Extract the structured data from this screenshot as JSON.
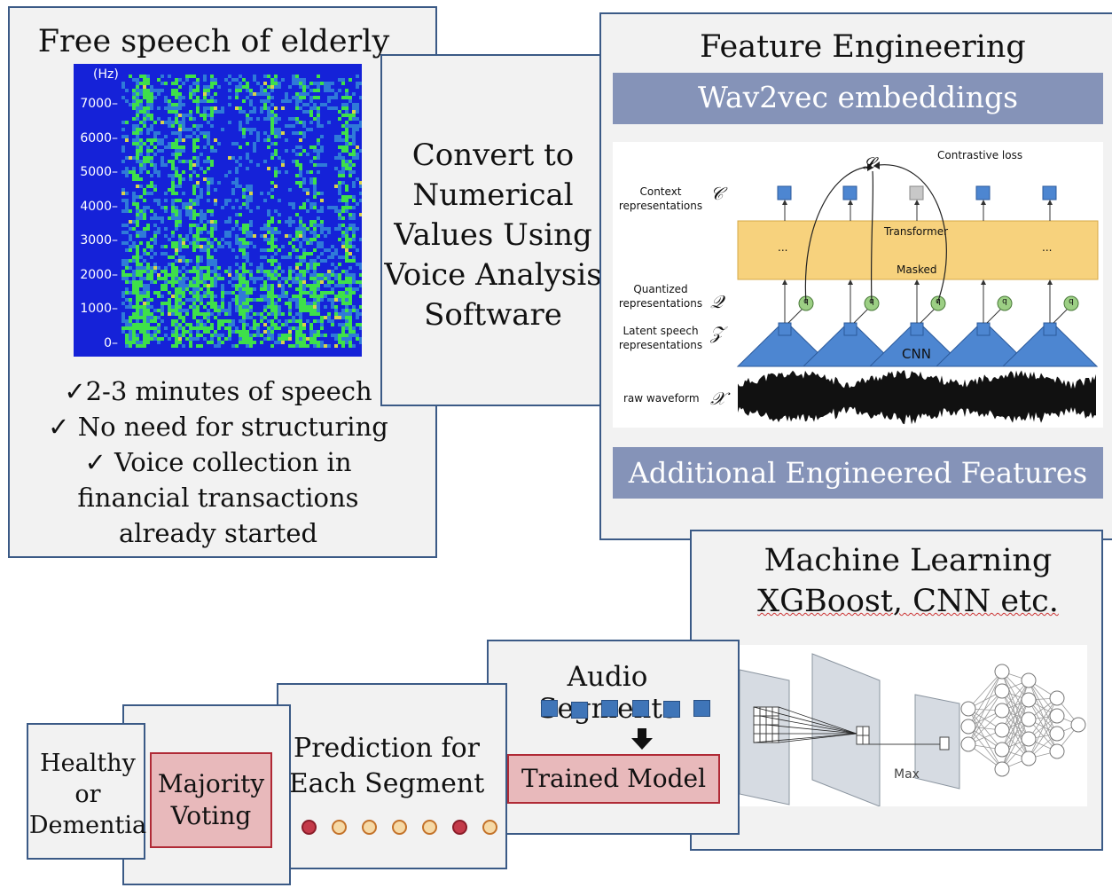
{
  "left_panel": {
    "title": "Free speech of elderly",
    "bullets": [
      "✓2-3 minutes of speech",
      "✓ No need for structuring",
      "✓ Voice collection in",
      "financial transactions",
      "already started"
    ]
  },
  "spectrogram": {
    "unit": "(Hz)",
    "ticks": [
      "7000",
      "6000",
      "5000",
      "4000",
      "3000",
      "2000",
      "1000",
      "0"
    ],
    "colors": {
      "background": "#1522d8",
      "mid": "#2f7ad8",
      "high": "#3ee04a",
      "peak": "#d8d24a"
    }
  },
  "convert_panel": {
    "lines": [
      "Convert to",
      "Numerical",
      "Values Using",
      "Voice Analysis",
      "Software"
    ]
  },
  "feature_panel": {
    "title": "Feature Engineering",
    "banner_top": "Wav2vec embeddings",
    "banner_bottom": "Additional Engineered Features",
    "diagram": {
      "contrastive_loss": "Contrastive loss",
      "loss_symbol": "𝓛",
      "context_label": [
        "Context",
        "representations"
      ],
      "context_symbol": "𝒞",
      "quantized_label": [
        "Quantized",
        "representations"
      ],
      "quantized_symbol": "𝒬",
      "latent_label": [
        "Latent speech",
        "representations"
      ],
      "latent_symbol": "𝒵",
      "raw_label": "raw waveform",
      "raw_symbol": "𝒳",
      "transformer": "Transformer",
      "masked": "Masked",
      "ellipsis": "...",
      "cnn": "CNN",
      "q": "q"
    }
  },
  "ml_panel": {
    "line1": "Machine Learning",
    "line2": "XGBoost, CNN etc.",
    "max_label": "Max"
  },
  "audio_panel": {
    "title": "Audio Segments",
    "model": "Trained Model",
    "arrow": "🡇"
  },
  "prediction_panel": {
    "line1": "Prediction for",
    "line2": "Each Segment",
    "dots": [
      "red",
      "orange",
      "orange",
      "orange",
      "orange",
      "red",
      "orange"
    ]
  },
  "voting_panel": {
    "line1": "Majority",
    "line2": "Voting"
  },
  "outcome_panel": {
    "lines": [
      "Healthy",
      "or",
      "Dementia"
    ]
  }
}
